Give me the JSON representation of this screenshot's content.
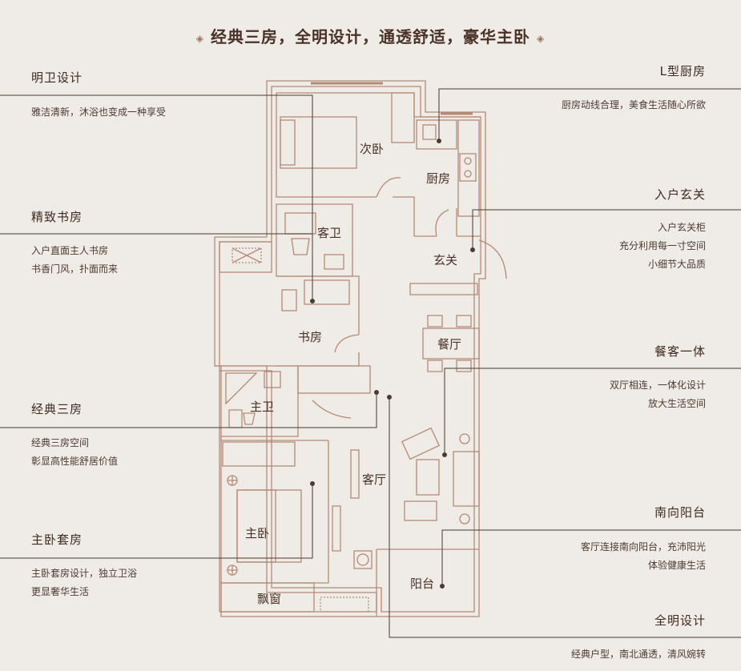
{
  "title": {
    "text": "经典三房，全明设计，通透舒适，豪华主卧",
    "marker_left": "◈",
    "marker_right": "◈"
  },
  "features_left": [
    {
      "heading": "明卫设计",
      "lines": [
        "雅洁清新，沐浴也变成一种享受"
      ]
    },
    {
      "heading": "精致书房",
      "lines": [
        "入户直面主人书房",
        "书香门风，扑面而来"
      ]
    },
    {
      "heading": "经典三房",
      "lines": [
        "经典三房空间",
        "彰显高性能舒居价值"
      ]
    },
    {
      "heading": "主卧套房",
      "lines": [
        "主卧套房设计，独立卫浴",
        "更显奢华生活"
      ]
    }
  ],
  "features_right": [
    {
      "heading": "L型厨房",
      "lines": [
        "厨房动线合理，美食生活随心所欲"
      ]
    },
    {
      "heading": "入户玄关",
      "lines": [
        "入户玄关柜",
        "充分利用每一寸空间",
        "小细节大品质"
      ]
    },
    {
      "heading": "餐客一体",
      "lines": [
        "双厅相连，一体化设计",
        "放大生活空间"
      ]
    },
    {
      "heading": "南向阳台",
      "lines": [
        "客厅连接南向阳台，充沛阳光",
        "体验健康生活"
      ]
    },
    {
      "heading": "全明设计",
      "lines": [
        "经典户型，南北通透，清风婉转"
      ]
    }
  ],
  "rooms": {
    "bedroom2": "次卧",
    "kitchen": "厨房",
    "guest_bath": "客卫",
    "foyer": "玄关",
    "study": "书房",
    "dining": "餐厅",
    "master_bath": "主卫",
    "living": "客厅",
    "master_bedroom": "主卧",
    "balcony": "阳台",
    "bay_window": "飘窗"
  },
  "colors": {
    "background": "#efebe6",
    "wall": "#b58a74",
    "leader": "#4a3a32",
    "text": "#3d2a20"
  }
}
